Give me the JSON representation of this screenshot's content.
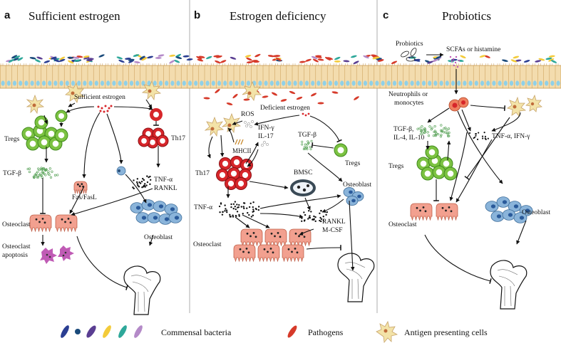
{
  "panels": [
    {
      "letter": "a",
      "title": "Sufficient estrogen",
      "labels": {
        "estrogen": "Sufficient estrogen",
        "tregs": "Tregs",
        "th17": "Th17",
        "tgfb": "TGF-β",
        "tnfa": "TNF-α",
        "rankl": "RANKL",
        "fas": "Fas/FasL",
        "osteoclast": "Osteoclast",
        "osteoblast": "Osteoblast",
        "apoptosis_1": "Osteoclast",
        "apoptosis_2": "apoptosis"
      }
    },
    {
      "letter": "b",
      "title": "Estrogen deficiency",
      "labels": {
        "ros": "ROS",
        "estrogen": "Deficient estrogen",
        "ifng": "IFN-γ",
        "il17": "IL-17",
        "mhcii": "MHCII",
        "tgfb": "TGF-β",
        "tregs": "Tregs",
        "th17": "Th17",
        "bmsc": "BMSC",
        "tnfa": "TNF-α",
        "osteoblast": "Osteoblast",
        "rankl": "RANKL",
        "mcsf": "M-CSF",
        "osteoclast": "Osteoclast"
      }
    },
    {
      "letter": "c",
      "title": "Probiotics",
      "labels": {
        "probiotics": "Probiotics",
        "scfa": "SCFAs or histamine",
        "neutro_1": "Neutrophils or",
        "neutro_2": "monocytes",
        "tgf_1": "TGF-β,",
        "tgf_2": "IL-4, IL-10",
        "tnf_ifn": "TNF-α, IFN-γ",
        "tregs": "Tregs",
        "osteoclast": "Osteoclast",
        "osteoblast": "Osteoblast"
      }
    }
  ],
  "legend": {
    "commensal": "Commensal bacteria",
    "pathogens": "Pathogens",
    "apc": "Antigen presenting cells"
  },
  "colors": {
    "epithelium": "#f3dcae",
    "nucleus": "#8fd0e8",
    "treg": "#7cc242",
    "th17": "#d7262a",
    "osteoclast": "#f2a08f",
    "osteoblast": "#8ab4da",
    "pathogen": "#d63a2a",
    "apc": "#f3e3a8",
    "apoptotic": "#c05bb5"
  }
}
